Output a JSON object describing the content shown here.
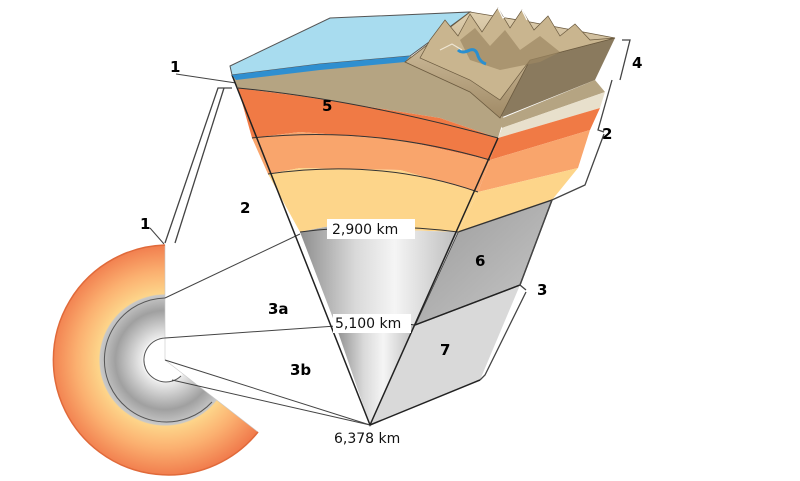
{
  "labels": {
    "n1_top": "1",
    "n1_left": "1",
    "n2_left": "2",
    "n2_right": "2",
    "n3": "3",
    "n3a": "3a",
    "n3b": "3b",
    "n4": "4",
    "n5": "5",
    "n6": "6",
    "n7": "7"
  },
  "depths": {
    "core_mantle": "2,900 km",
    "inner_core": "5,100 km",
    "center": "6,378 km"
  },
  "colors": {
    "ocean": "#a8dcef",
    "crust": "#c9b58f",
    "asthenosphere": "#f07a45",
    "upper_mantle": "#f9a56c",
    "lower_mantle": "#fdd58a",
    "outer_core": "#a9a9a9",
    "inner_core": "#e6e6e6",
    "river": "#2a8fd0"
  }
}
